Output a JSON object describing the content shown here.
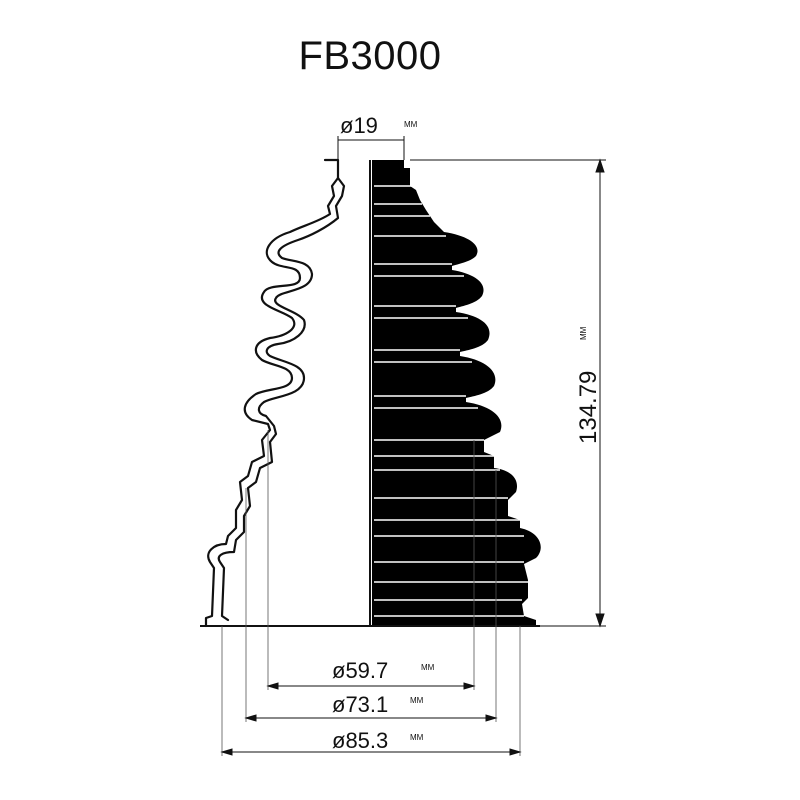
{
  "title": "FB3000",
  "dimensions": {
    "small_diameter": {
      "value": "ø19",
      "unit": "MM"
    },
    "height": {
      "value": "134.79",
      "unit": "MM"
    },
    "d1": {
      "value": "ø59.7",
      "unit": "MM"
    },
    "d2": {
      "value": "ø73.1",
      "unit": "MM"
    },
    "d3": {
      "value": "ø85.3",
      "unit": "MM"
    }
  },
  "colors": {
    "ink": "#111111",
    "fill": "#000000",
    "background": "#ffffff"
  }
}
